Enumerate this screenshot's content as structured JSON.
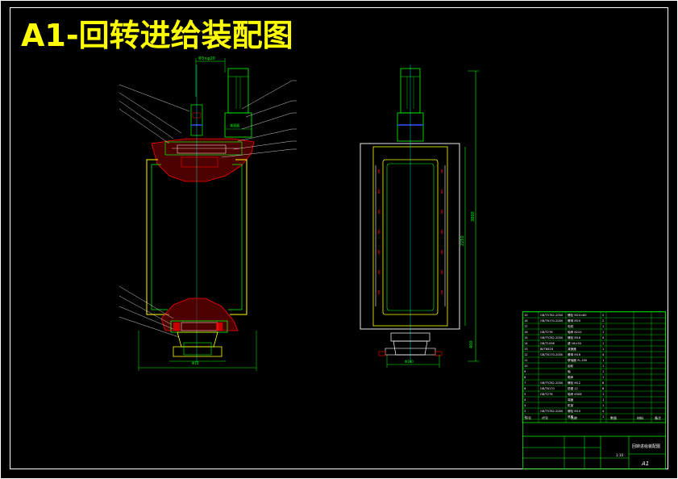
{
  "title": "A1-回转进给装配图",
  "dimensions": {
    "top_width": "Φ3×φ20",
    "overall_height": "3800",
    "frame_height": "2250",
    "bottom_height": "400",
    "base_width_left": "Φ13",
    "base_width_right": "Φ100"
  },
  "title_block": {
    "sheet_size": "A1",
    "drawing_title": "回转进给装配图",
    "scale_label": "1:10",
    "bom_rows": [
      {
        "no": "19",
        "code": "GB/T5782-2000",
        "name": "螺栓 M20×80",
        "qty": "2"
      },
      {
        "no": "18",
        "code": "GB/T6170-2000",
        "name": "螺母 M20",
        "qty": "2"
      },
      {
        "no": "17",
        "code": "",
        "name": "电机",
        "qty": "1"
      },
      {
        "no": "16",
        "code": "GB/T276",
        "name": "轴承 6210",
        "qty": "1"
      },
      {
        "no": "15",
        "code": "GB/T5782-2000",
        "name": "螺栓 M16",
        "qty": "4"
      },
      {
        "no": "14",
        "code": "GB/T1096",
        "name": "键 16×50",
        "qty": "1"
      },
      {
        "no": "13",
        "code": "JB/T8816",
        "name": "减速器",
        "qty": "1"
      },
      {
        "no": "12",
        "code": "GB/T6170-2000",
        "name": "螺母 M16",
        "qty": "4"
      },
      {
        "no": "11",
        "code": "",
        "name": "联轴器 YL-200",
        "qty": "1"
      },
      {
        "no": "10",
        "code": "",
        "name": "齿轮",
        "qty": "1"
      },
      {
        "no": "9",
        "code": "",
        "name": "轴",
        "qty": "1"
      },
      {
        "no": "8",
        "code": "",
        "name": "箱体",
        "qty": "1"
      },
      {
        "no": "7",
        "code": "GB/T5782-2000",
        "name": "螺栓 M12",
        "qty": "8"
      },
      {
        "no": "6",
        "code": "GB/T6170",
        "name": "垫圈 12",
        "qty": "8"
      },
      {
        "no": "5",
        "code": "GB/T276",
        "name": "轴承 6308",
        "qty": "1"
      },
      {
        "no": "4",
        "code": "",
        "name": "端盖",
        "qty": "1"
      },
      {
        "no": "3",
        "code": "",
        "name": "机架",
        "qty": "1"
      },
      {
        "no": "2",
        "code": "GB/T5782-2000",
        "name": "螺栓 M10",
        "qty": "4"
      },
      {
        "no": "1",
        "code": "",
        "name": "底座",
        "qty": "1"
      }
    ],
    "header": {
      "no": "序号",
      "code": "代号",
      "name": "名称",
      "qty": "数量",
      "material": "材料",
      "remark": "备注"
    }
  },
  "colors": {
    "border": "#ffffff",
    "title": "#ffff00",
    "outline": "#ffff00",
    "green": "#00ff00",
    "red": "#ff0000",
    "cyan": "#00ffff",
    "white": "#ffffff",
    "blue": "#3050ff"
  }
}
